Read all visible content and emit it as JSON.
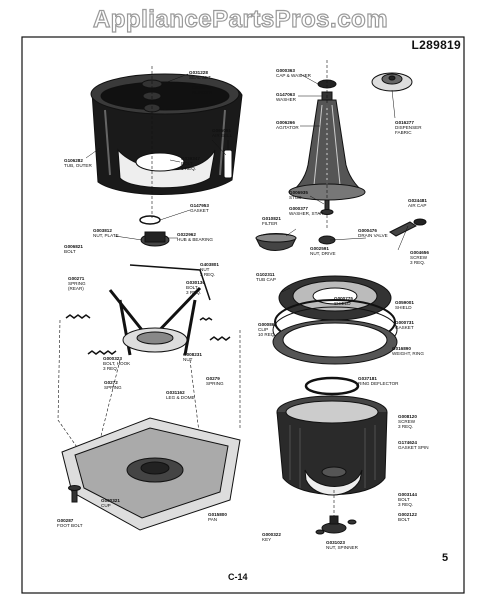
{
  "watermark": "AppliancePartsPros.com",
  "model_code": "L289819",
  "page_number": "C-14",
  "section_number": "5",
  "parts": [
    {
      "num": "G031228",
      "name": "SEAL SET"
    },
    {
      "num": "G036245",
      "name": "SLINGER"
    },
    {
      "num": "G065051",
      "name": "AIR BELL"
    },
    {
      "num": "G039347",
      "name": "BOLT\n3 REQ."
    },
    {
      "num": "G106282",
      "name": "TUB, OUTER"
    },
    {
      "num": "G147953",
      "name": "GASKET"
    },
    {
      "num": "G022962",
      "name": "HUB & BEARING"
    },
    {
      "num": "G003812",
      "name": "NUT, PLATE"
    },
    {
      "num": "G006821",
      "name": "BOLT"
    },
    {
      "num": "G403801",
      "name": "NUT\n3 REQ."
    },
    {
      "num": "G030130",
      "name": "BOLT\n3 REQ."
    },
    {
      "num": "G00271",
      "name": "SPRING\n(REAR)"
    },
    {
      "num": "G000323",
      "name": "BOLT, HOOK\n3 REQ."
    },
    {
      "num": "G008231",
      "name": "NUT"
    },
    {
      "num": "G0272",
      "name": "SPRING"
    },
    {
      "num": "G031162",
      "name": "LEG & DOME"
    },
    {
      "num": "G0279",
      "name": "SPRING"
    },
    {
      "num": "G000321",
      "name": "CUP"
    },
    {
      "num": "G00287",
      "name": "FOOT BOLT"
    },
    {
      "num": "G015800",
      "name": "PAN"
    },
    {
      "num": "G000363",
      "name": "CAP & WASHER"
    },
    {
      "num": "G147063",
      "name": "WASHER"
    },
    {
      "num": "G006266",
      "name": "AGITATOR"
    },
    {
      "num": "G016277",
      "name": "DISPENSER\nFABRIC"
    },
    {
      "num": "G006935",
      "name": "STUD"
    },
    {
      "num": "G000377",
      "name": "WASHER, STAR"
    },
    {
      "num": "G010821",
      "name": "FILTER"
    },
    {
      "num": "G000476",
      "name": "DRAIN VALVE"
    },
    {
      "num": "G024481",
      "name": "AIR CAP"
    },
    {
      "num": "G002591",
      "name": "NUT, DRIVE"
    },
    {
      "num": "G004656",
      "name": "SCREW\n3 REQ."
    },
    {
      "num": "G102311",
      "name": "TUB CAP"
    },
    {
      "num": "G000775",
      "name": "SHIELD"
    },
    {
      "num": "G059001",
      "name": "SHIELD"
    },
    {
      "num": "G000868",
      "name": "CLIP\n10 REQ."
    },
    {
      "num": "G000731",
      "name": "GASKET"
    },
    {
      "num": "G016890",
      "name": "WEIGHT, RING"
    },
    {
      "num": "G037181",
      "name": "RING DEFLECTOR"
    },
    {
      "num": "G008120",
      "name": "SCREW\n3 REQ."
    },
    {
      "num": "G174624",
      "name": "GASKET SPIN"
    },
    {
      "num": "G003144",
      "name": "BOLT\n3 REQ."
    },
    {
      "num": "G002122",
      "name": "BOLT"
    },
    {
      "num": "G000322",
      "name": "KEY"
    },
    {
      "num": "G031023",
      "name": "NUT, SPINNER"
    }
  ]
}
